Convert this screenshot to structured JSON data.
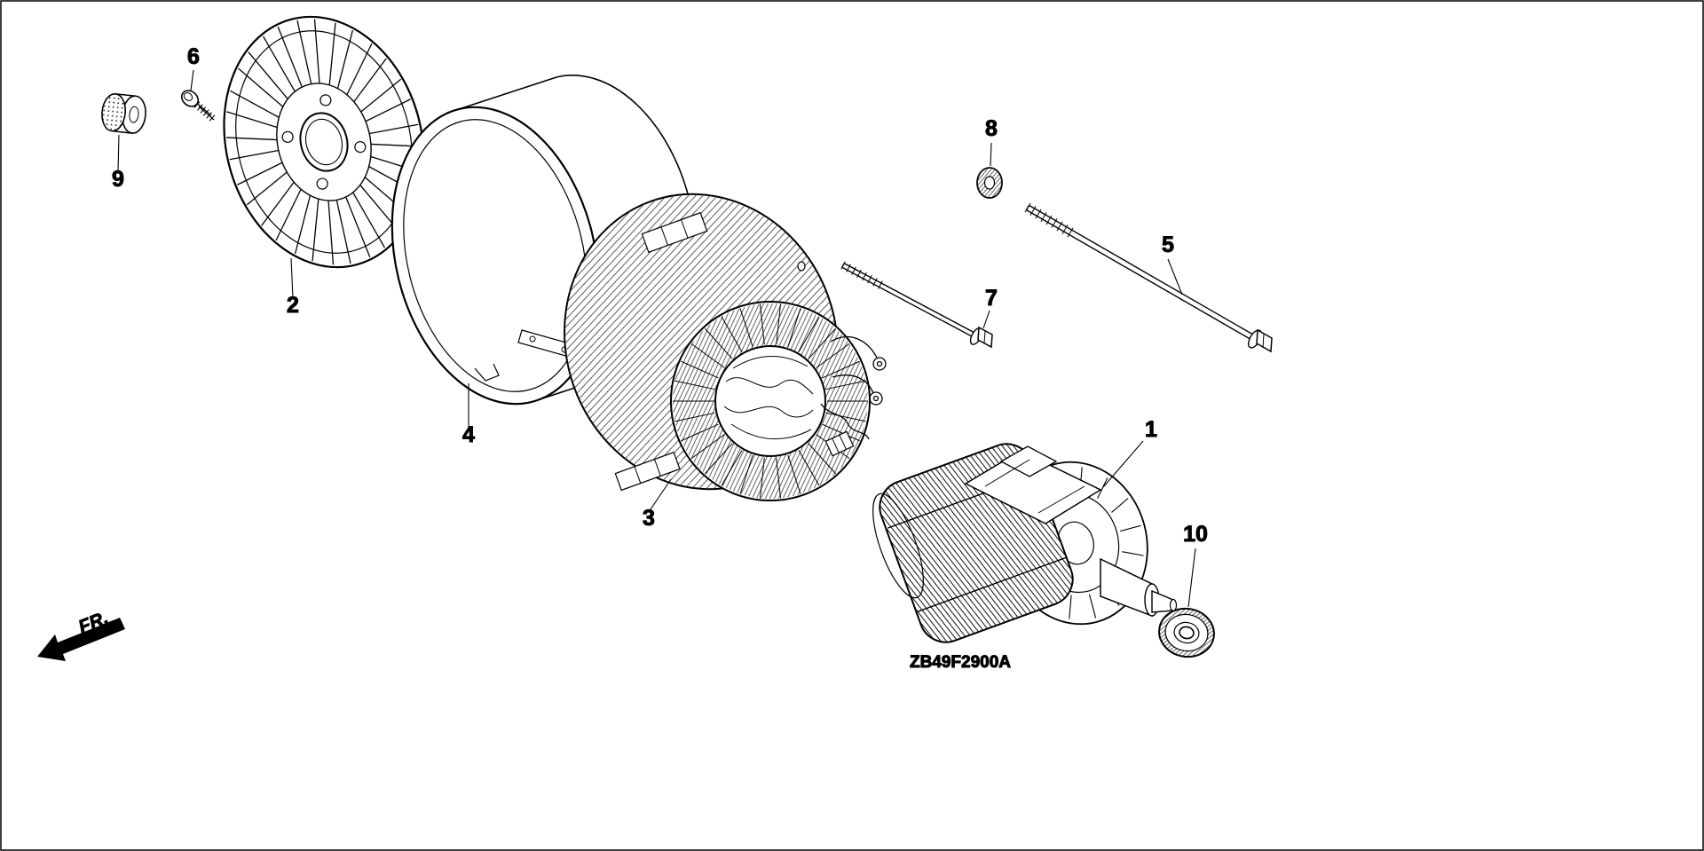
{
  "diagram": {
    "code": "ZB49F2900A",
    "front_label": "FR.",
    "parts": [
      {
        "number": "1"
      },
      {
        "number": "2"
      },
      {
        "number": "3"
      },
      {
        "number": "4"
      },
      {
        "number": "5"
      },
      {
        "number": "6"
      },
      {
        "number": "7"
      },
      {
        "number": "8"
      },
      {
        "number": "9"
      },
      {
        "number": "10"
      }
    ]
  }
}
